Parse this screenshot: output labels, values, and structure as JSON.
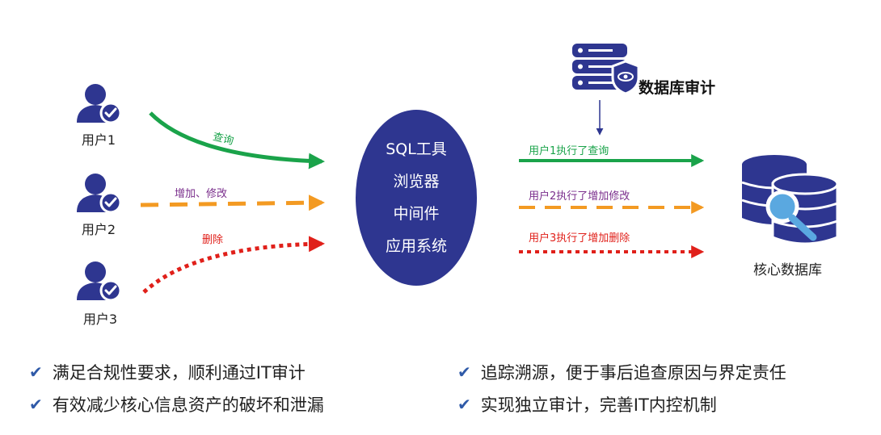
{
  "users": [
    {
      "label": "用户1"
    },
    {
      "label": "用户2"
    },
    {
      "label": "用户3"
    }
  ],
  "flows": [
    {
      "label": "查询",
      "color": "#1aa34a"
    },
    {
      "label": "增加、修改",
      "color": "#7a2e8c"
    },
    {
      "label": "删除",
      "color": "#e0201a"
    }
  ],
  "system": {
    "lines": [
      "SQL工具",
      "浏览器",
      "中间件",
      "应用系统"
    ]
  },
  "audit": {
    "title": "数据库审计"
  },
  "records": [
    {
      "label": "用户1执行了查询",
      "color": "#1aa34a"
    },
    {
      "label": "用户2执行了增加修改",
      "color": "#7a2e8c"
    },
    {
      "label": "用户3执行了增加删除",
      "color": "#e0201a"
    }
  ],
  "database": {
    "label": "核心数据库"
  },
  "benefits": {
    "left": [
      "满足合规性要求，顺利通过IT审计",
      "有效减少核心信息资产的破坏和泄漏"
    ],
    "right": [
      "追踪溯源，便于事后追查原因与界定责任",
      "实现独立审计，完善IT内控机制"
    ]
  },
  "colors": {
    "accent_navy": "#2e3690",
    "green": "#1aa34a",
    "orange": "#f39a22",
    "red": "#e0201a",
    "purple": "#7a2e8c",
    "check_blue": "#2f5aa8"
  }
}
